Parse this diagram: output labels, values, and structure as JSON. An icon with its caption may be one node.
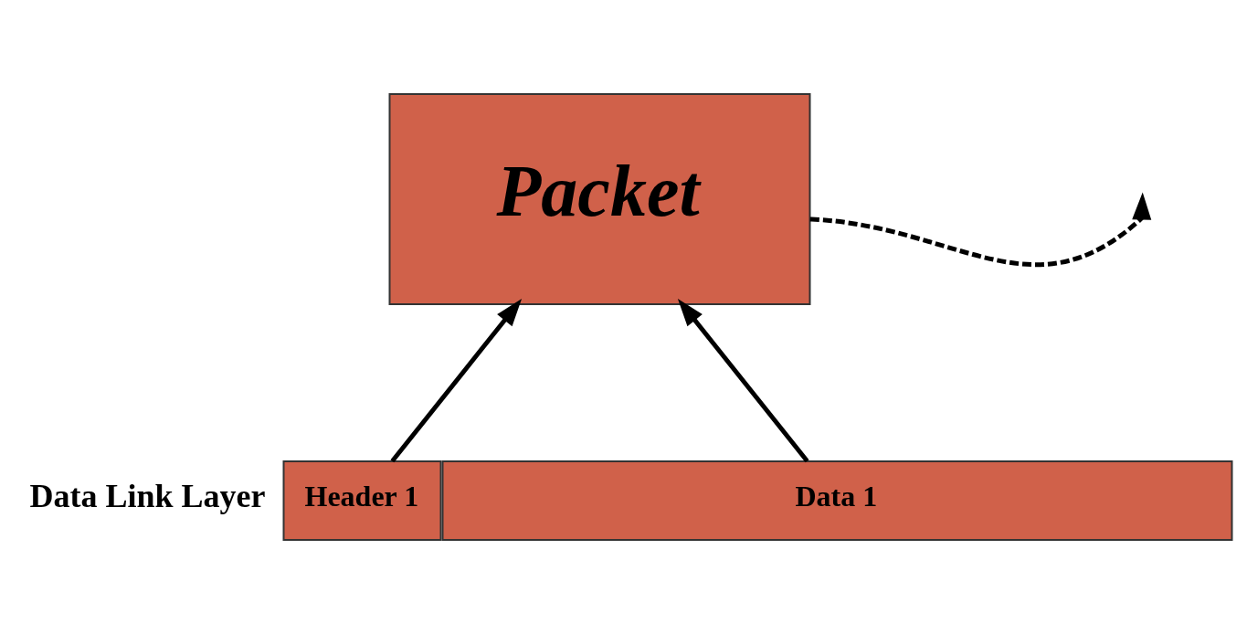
{
  "diagram": {
    "nodes": [
      {
        "text": [
          "Packet"
        ]
      },
      {
        "text": [
          "Header 1"
        ]
      },
      {
        "text": [
          "Data 1"
        ]
      }
    ],
    "edges": [
      {
        "from": 0,
        "to": null,
        "arrow": "to",
        "style": "dashed"
      },
      {
        "from": 1,
        "to": 0,
        "arrow": "to"
      },
      {
        "from": 2,
        "to": 0,
        "arrow": "to"
      }
    ],
    "labels": [
      "Data Link Layer"
    ]
  }
}
